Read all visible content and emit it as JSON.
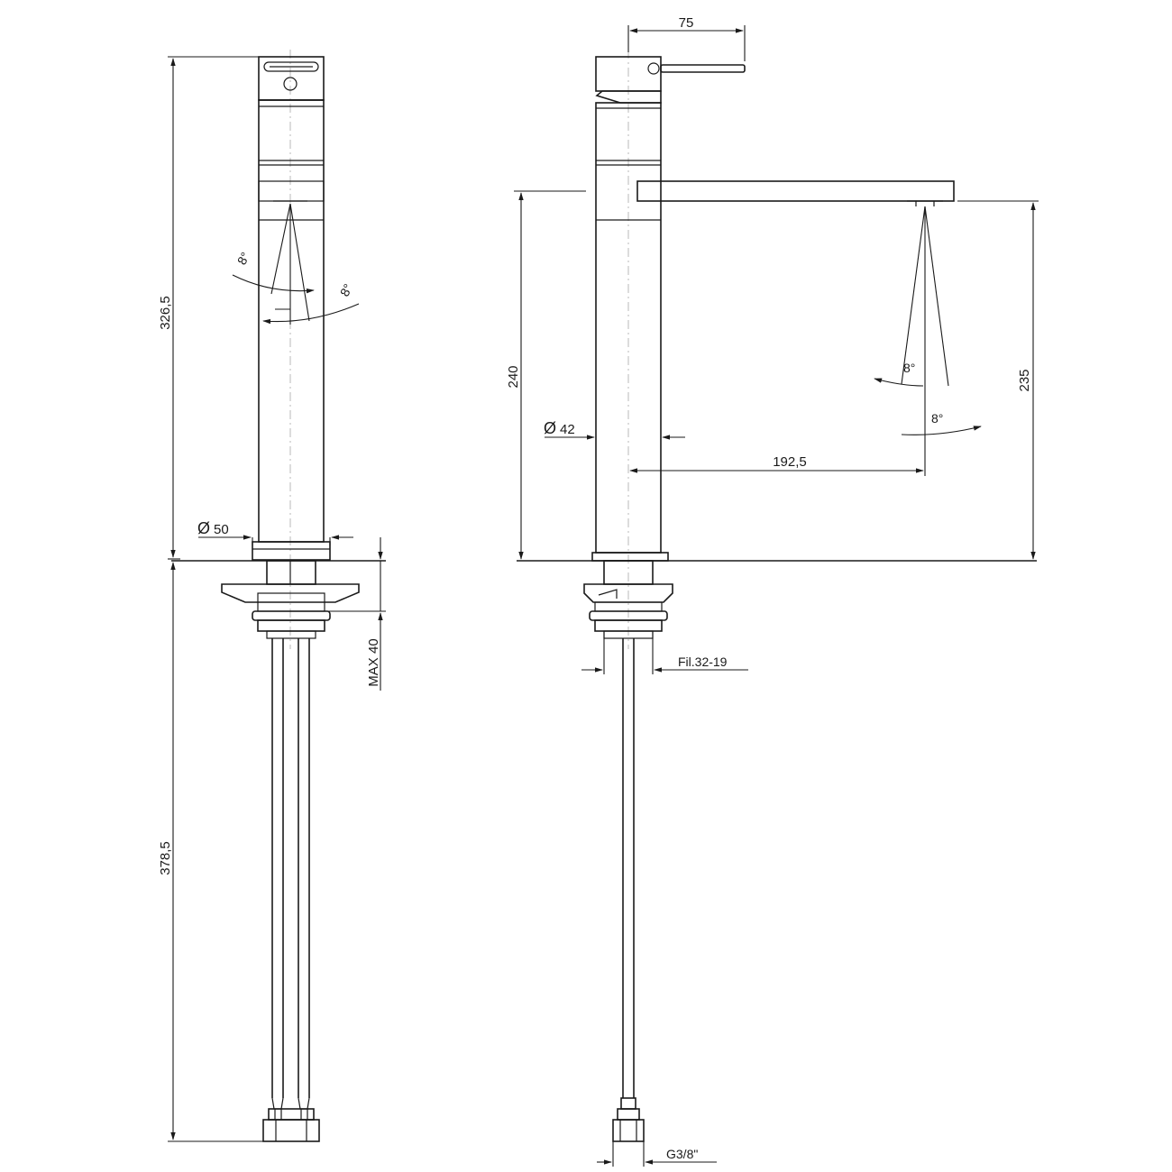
{
  "front_view": {
    "height_body": "326,5",
    "height_hoses": "378,5",
    "diameter_base": "50",
    "max_thickness": "MAX 40",
    "angle_left": "8°",
    "angle_right": "8°"
  },
  "side_view": {
    "lever_length": "75",
    "height_spout": "240",
    "height_outlet": "235",
    "diameter_body": "42",
    "spout_reach": "192,5",
    "thread_fixing": "Fil.32-19",
    "thread_hose": "G3/8\"",
    "angle_upper": "8°",
    "angle_lower": "8°"
  },
  "symbols": {
    "diameter": "Ø"
  }
}
